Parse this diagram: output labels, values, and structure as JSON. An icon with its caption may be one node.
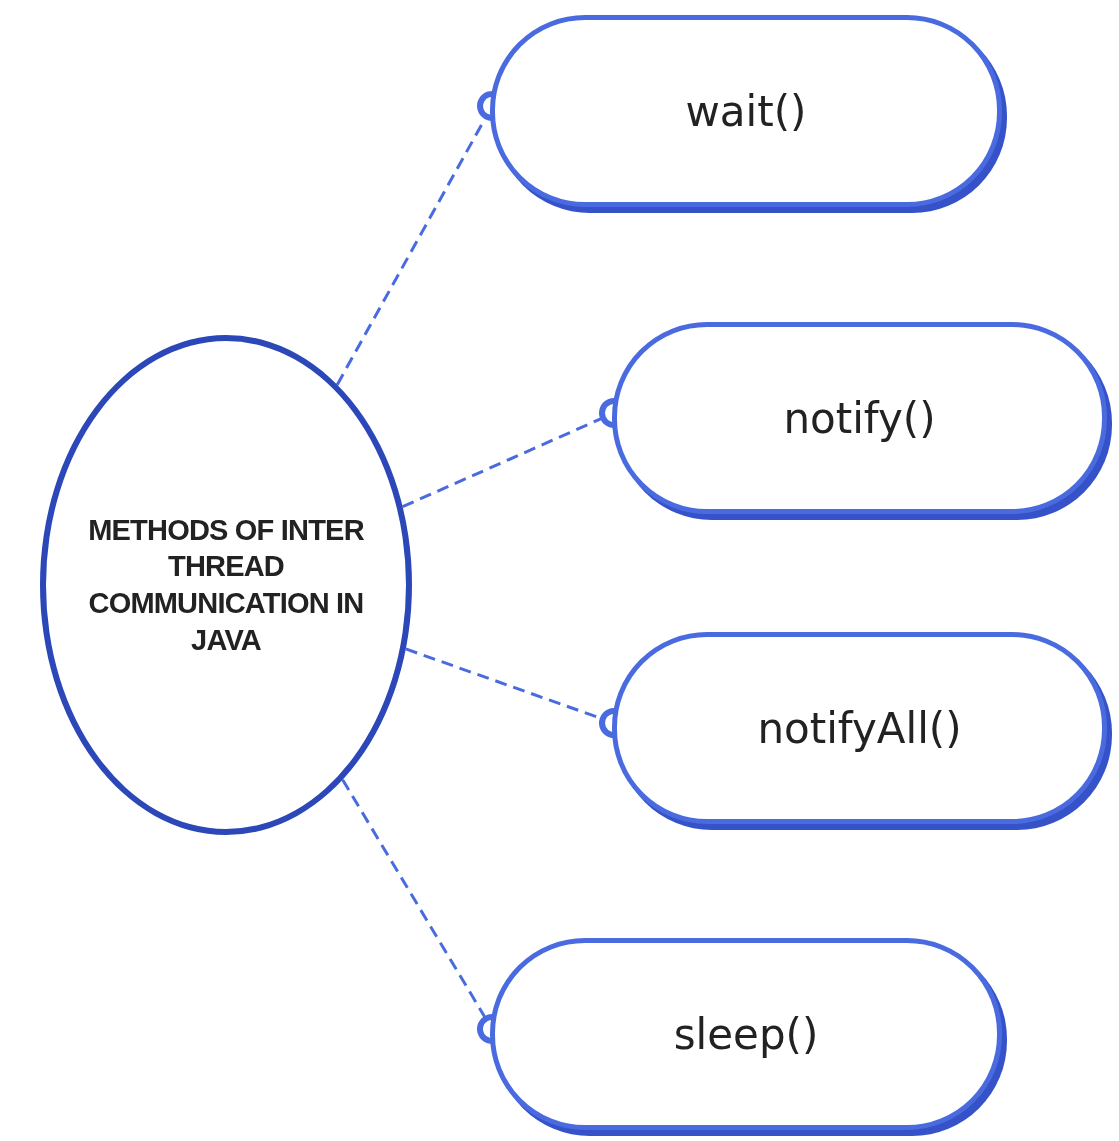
{
  "diagram": {
    "nodes": [
      {
        "text": [
          "METHODS OF INTER THREAD COMMUNICATION IN JAVA"
        ]
      },
      {
        "text": [
          "wait()"
        ]
      },
      {
        "text": [
          "notify()"
        ]
      },
      {
        "text": [
          "notifyAll()"
        ]
      },
      {
        "text": [
          "sleep()"
        ]
      }
    ],
    "edges": [
      {
        "from": 0,
        "to": 1,
        "arrow": "other",
        "style": "dashed"
      },
      {
        "from": 0,
        "to": 2,
        "arrow": "other",
        "style": "dashed"
      },
      {
        "from": 0,
        "to": 3,
        "arrow": "other",
        "style": "dashed"
      },
      {
        "from": 0,
        "to": 4,
        "arrow": "other",
        "style": "dashed"
      }
    ]
  }
}
